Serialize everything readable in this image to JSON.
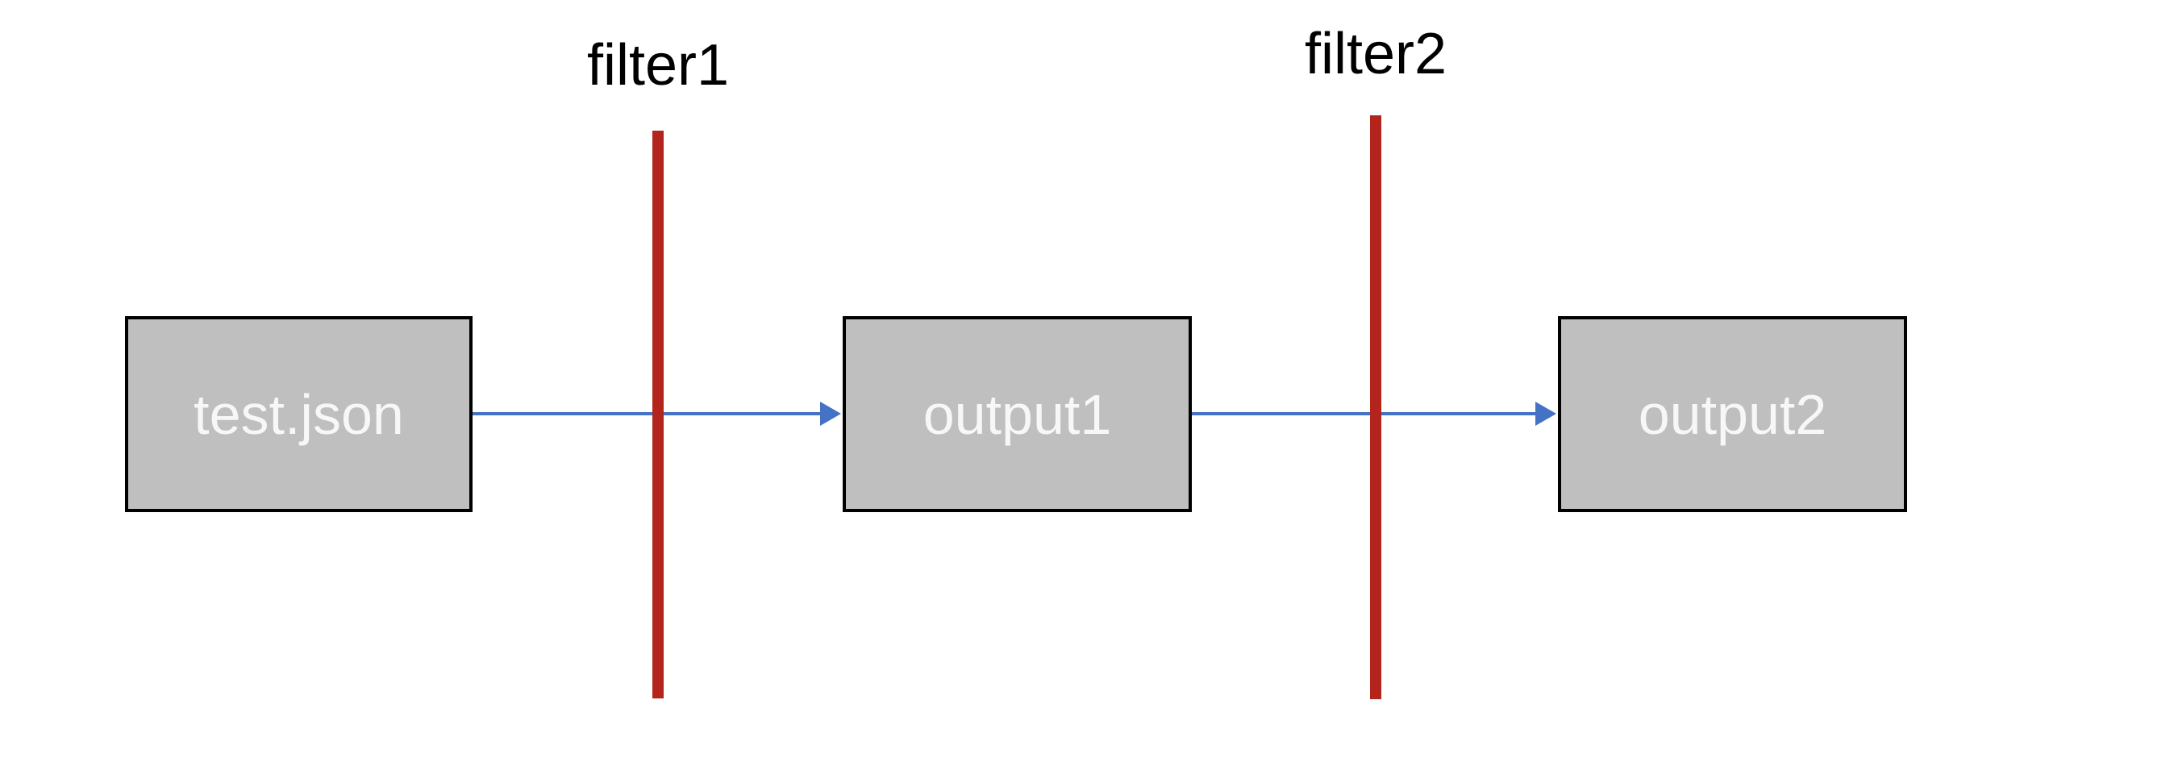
{
  "diagram": {
    "type": "flow-diagram",
    "nodes": [
      {
        "id": "source",
        "label": "test.json"
      },
      {
        "id": "stage1",
        "label": "output1"
      },
      {
        "id": "stage2",
        "label": "output2"
      }
    ],
    "filters": [
      {
        "id": "filter1",
        "label": "filter1"
      },
      {
        "id": "filter2",
        "label": "filter2"
      }
    ],
    "edges": [
      {
        "from": "test.json",
        "to": "output1",
        "through": "filter1"
      },
      {
        "from": "output1",
        "to": "output2",
        "through": "filter2"
      }
    ],
    "colors": {
      "background": "#FFFFFF",
      "node_fill": "#BFBFBF",
      "node_border": "#000000",
      "node_text": "#F7F7F7",
      "filter_line": "#B2241C",
      "arrow": "#4472C4",
      "label_text": "#000000"
    }
  }
}
